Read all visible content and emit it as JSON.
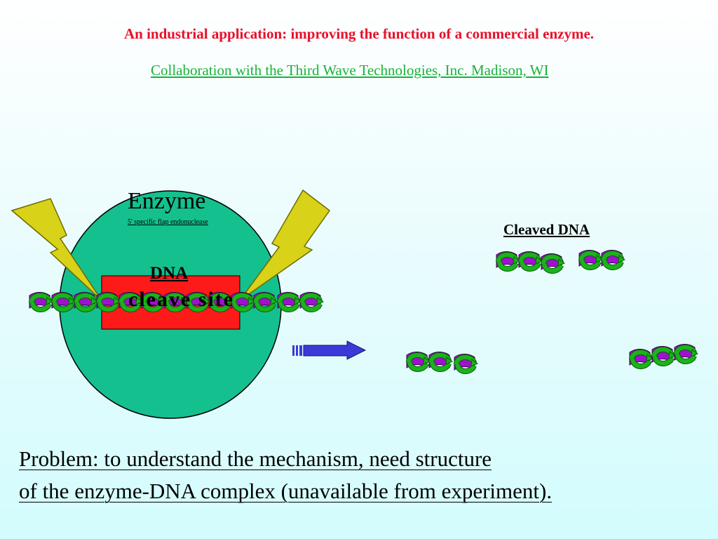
{
  "header": {
    "title": "An industrial application: improving the function of a commercial enzyme.",
    "subtitle": "Collaboration with the Third Wave Technologies, Inc. Madison, WI"
  },
  "diagram": {
    "enzyme_label": "Enzyme",
    "enzyme_sublabel": "5' specific flap endonuclease",
    "dna_label": "DNA",
    "cleavage_site_label": "cleave site",
    "cleaved_label": "Cleaved DNA"
  },
  "problem": {
    "line1": "Problem: to understand the mechanism, need structure",
    "line2": "of the enzyme-DNA complex  (unavailable from experiment)."
  },
  "colors": {
    "title": "#e8102a",
    "subtitle": "#18b33a",
    "enzyme_body": "#15c08f",
    "cleave_box": "#ff1a1a",
    "bolt": "#d8d218",
    "dna_green": "#1bb31b",
    "dna_purple": "#a010d0",
    "arrow": "#3a3ad8"
  },
  "icons": [
    "lightning-bolt-icon",
    "dna-helix-icon",
    "right-arrow-icon"
  ]
}
